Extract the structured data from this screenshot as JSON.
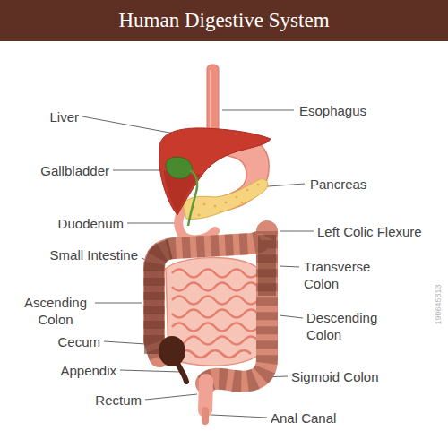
{
  "diagram": {
    "title": "Human Digestive System",
    "labels": [
      "Liver",
      "Esophagus",
      "Gallbladder",
      "Pancreas",
      "Duodenum",
      "Left Colic Flexure",
      "Small Intestine",
      "Transverse Colon",
      "Ascending Colon",
      "Descending Colon",
      "Cecum",
      "Appendix",
      "Sigmoid Colon",
      "Rectum",
      "Anal Canal",
      "190645313"
    ]
  }
}
